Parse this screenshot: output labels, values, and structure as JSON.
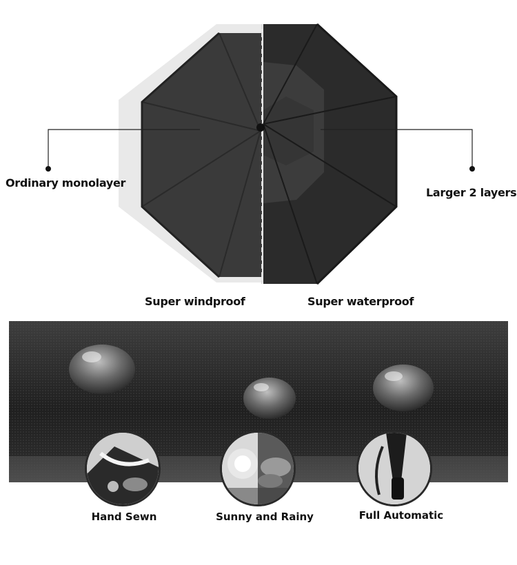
{
  "top": {
    "left_label": "Ordinary monolayer",
    "right_label": "Larger 2 layers",
    "bottom_left_label": "Super windproof",
    "bottom_right_label": "Super waterproof"
  },
  "features": [
    {
      "label": "Hand Sewn",
      "icon": "hand-sewn-photo"
    },
    {
      "label": "Sunny and Rainy",
      "icon": "sun-cloud-photo"
    },
    {
      "label": "Full Automatic",
      "icon": "auto-handle-photo"
    }
  ]
}
